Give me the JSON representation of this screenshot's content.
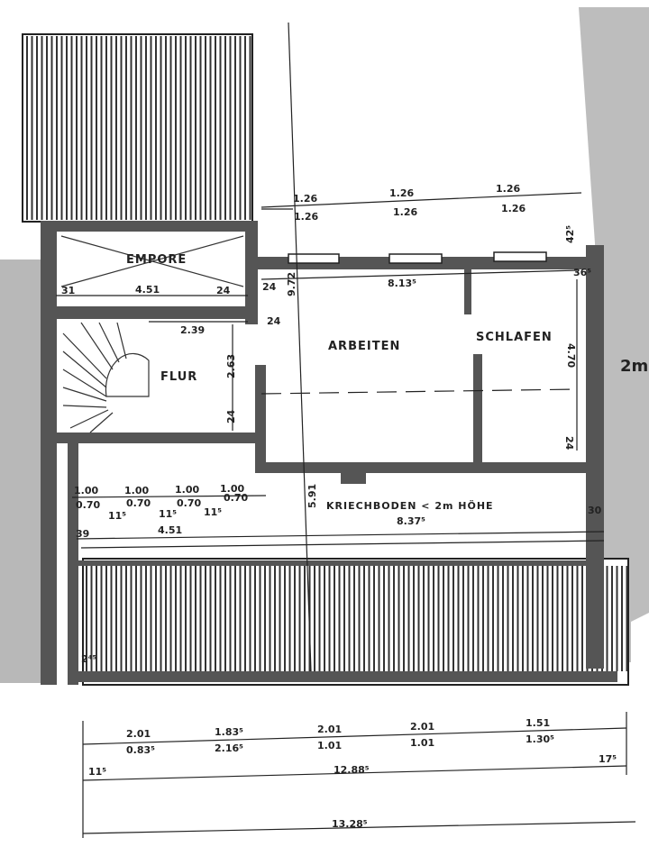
{
  "rooms": {
    "empore": "EMPORE",
    "flur": "FLUR",
    "arbeiten": "ARBEITEN",
    "schlafen": "SCHLAFEN",
    "kriechboden": "KRIECHBODEN < 2m HÖHE"
  },
  "dims": {
    "top_windows_outer": [
      "1.26",
      "1.26",
      "1.26"
    ],
    "top_windows_inner": [
      "1.26",
      "1.26",
      "1.26"
    ],
    "top_right": "42⁵",
    "right_wall": "36⁵",
    "empore_width": "4.51",
    "empore_left": "31",
    "empore_wall": "24",
    "flur_width": "2.39",
    "flur_height": "2.63",
    "flur_wall": "24",
    "wall_24_a": "24",
    "wall_24_b": "24",
    "arbeiten_width": "8.13⁵",
    "vertical_total": "9.72",
    "schlafen_height": "4.70",
    "schlafen_wall": "24",
    "lower_windows_outer": [
      "1.00",
      "1.00",
      "1.00",
      "1.00"
    ],
    "lower_windows_inner": [
      "0.70",
      "0.70",
      "0.70",
      "0.70"
    ],
    "lower_piers": [
      "11⁵",
      "11⁵",
      "11⁵"
    ],
    "kriech_vertical": "5.91",
    "kriech_width": "8.37⁵",
    "kriech_right": "30",
    "lower_left_wall": "39",
    "lower_left_width": "4.51",
    "bottom_corner": "2⁴⁵",
    "right_side_note": "2m",
    "bottom_outer": [
      "2.01",
      "1.83⁵",
      "2.01",
      "2.01",
      "1.51"
    ],
    "bottom_inner": [
      "0.83⁵",
      "2.16⁵",
      "1.01",
      "1.01",
      "1.30⁵"
    ],
    "bottom_left": "11⁵",
    "bottom_total_inner": "12.88⁵",
    "bottom_right": "17⁵",
    "bottom_total": "13.28⁵"
  },
  "colors": {
    "wall": "#555555",
    "paper": "#ffffff",
    "neighbour": "#b5b5b5",
    "line": "#222222"
  }
}
